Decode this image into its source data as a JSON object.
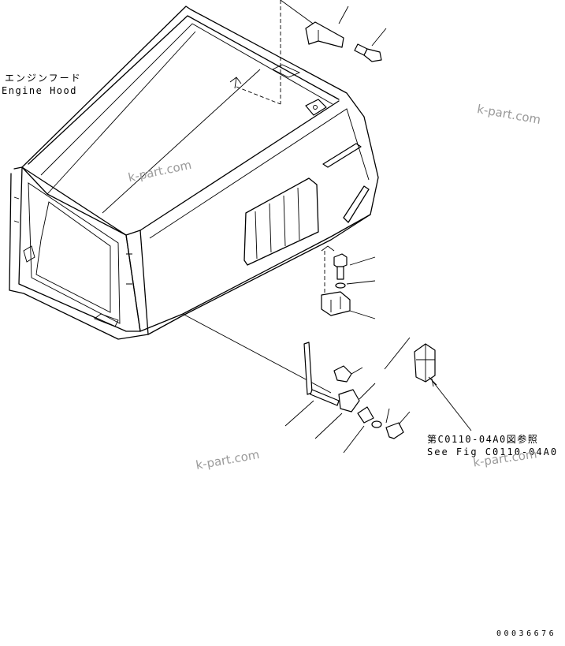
{
  "labels": {
    "engine_hood_jp": "エンジンフード",
    "engine_hood_en": "Engine Hood",
    "see_fig_jp": "第C0110-04A0図参照",
    "see_fig_en": "See Fig C0110-04A0",
    "drawing_number": "00036676"
  },
  "watermarks": [
    "k-part.com",
    "k-part.com",
    "k-part.com",
    "k-part.com"
  ],
  "colors": {
    "line": "#000000",
    "watermark": "#9a9a9a",
    "background": "#ffffff"
  }
}
